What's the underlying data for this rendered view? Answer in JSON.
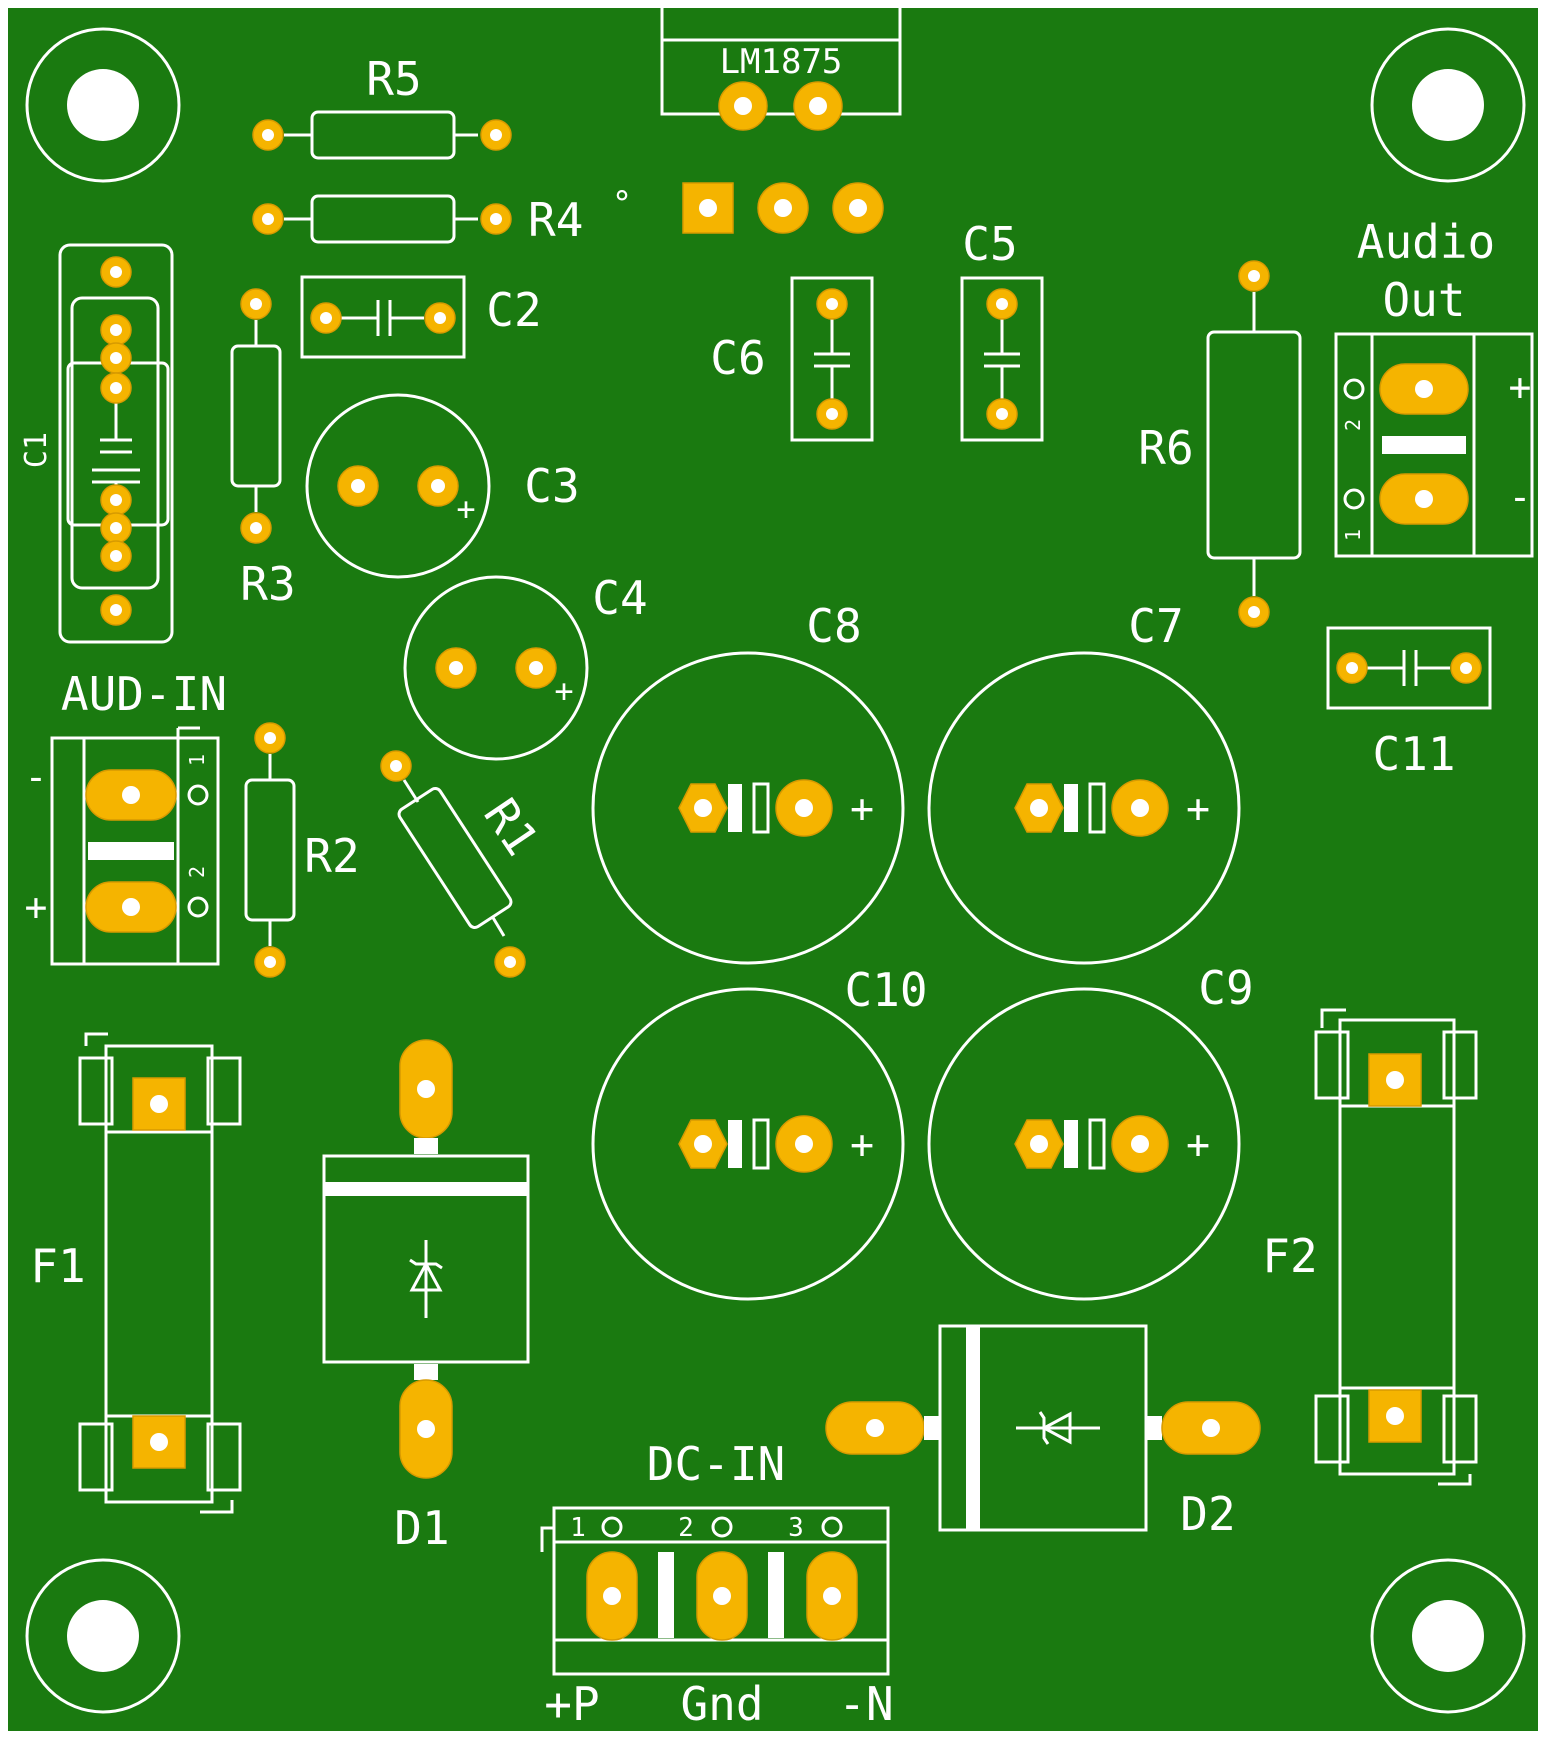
{
  "board": {
    "colors": {
      "pcb": "#1a7a10",
      "pad": "#f5b400",
      "silkscreen": "#ffffff"
    }
  },
  "labels": {
    "r5": "R5",
    "r4": "R4",
    "r3": "R3",
    "r2": "R2",
    "r1": "R1",
    "r6": "R6",
    "c1": "C1",
    "c2": "C2",
    "c3": "C3",
    "c4": "C4",
    "c5": "C5",
    "c6": "C6",
    "c7": "C7",
    "c8": "C8",
    "c9": "C9",
    "c10": "C10",
    "c11": "C11",
    "ic": "LM1875",
    "ic_mark": "°",
    "aud_in": "AUD-IN",
    "audio_out_1": "Audio",
    "audio_out_2": "Out",
    "f1": "F1",
    "f2": "F2",
    "d1": "D1",
    "d2": "D2",
    "dc_in": "DC-IN",
    "dc_p": "+P",
    "dc_gnd": "Gnd",
    "dc_n": "-N",
    "plus": "+",
    "minus": "-",
    "pin1": "1",
    "pin2": "2",
    "pin3": "3"
  }
}
